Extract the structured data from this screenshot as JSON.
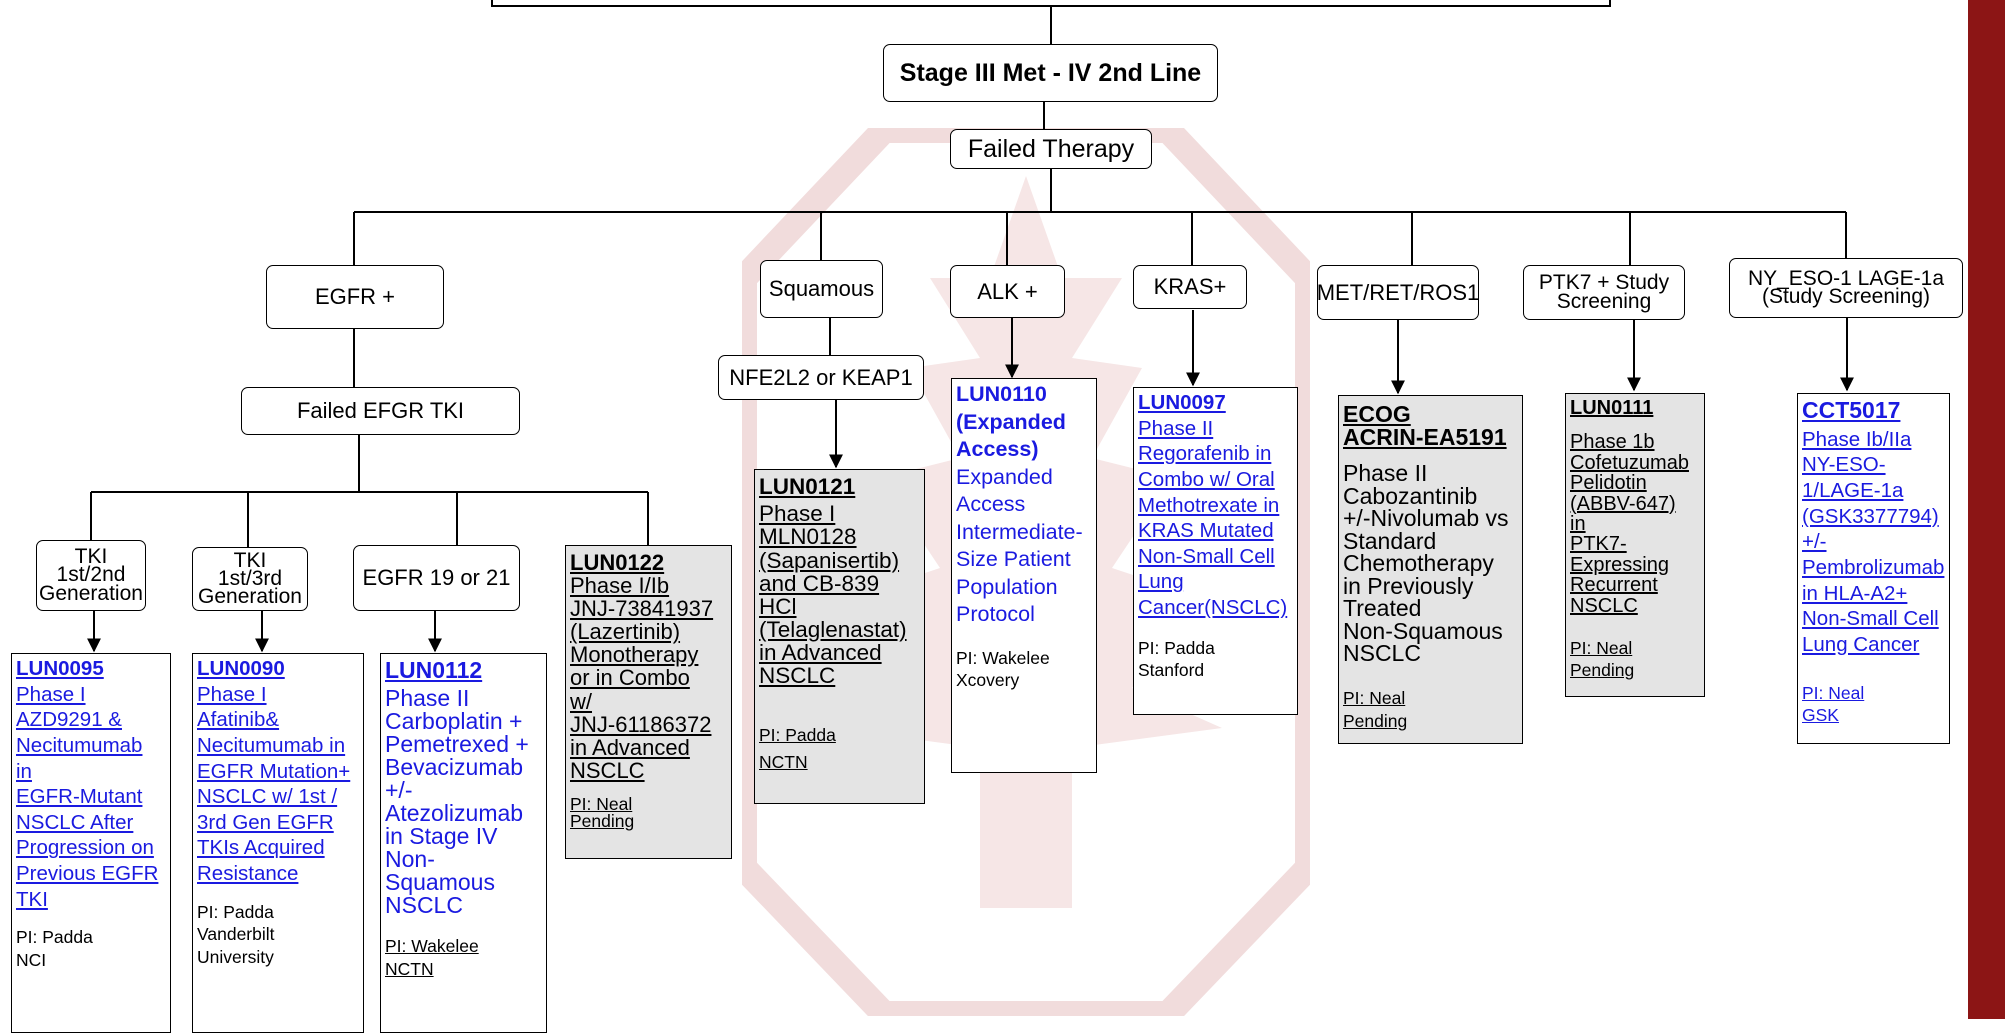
{
  "colors": {
    "accent_bar": "#8c1515",
    "watermark": "#f1dcdc",
    "link_blue": "#1a1ae0",
    "card_grey": "#e4e4e4"
  },
  "watermark": {
    "icon": "stanford-tree-logo-icon"
  },
  "root": {
    "label": "Stage III Met - IV 2nd Line"
  },
  "failed_therapy": {
    "label": "Failed Therapy"
  },
  "branches": {
    "egfr": "EGFR +",
    "squamous": "Squamous",
    "alk": "ALK +",
    "kras": "KRAS+",
    "met": "MET/RET/ROS1",
    "ptk7": "PTK7 + Study\nScreening",
    "nyeso": "NY_ESO-1 LAGE-1a\n(Study Screening)"
  },
  "sub": {
    "failed_egfr_tki": "Failed EFGR TKI",
    "nfe2l2": "NFE2L2 or KEAP1",
    "tki_12": "TKI\n1st/2nd\nGeneration",
    "tki_13": "TKI\n1st/3rd\nGeneration",
    "egfr_19_21": "EGFR 19 or 21"
  },
  "trials": {
    "lun0095": {
      "id": "LUN0095",
      "title": "Phase I\nAZD9291 &\nNecitumumab\nin\nEGFR-Mutant\nNSCLC After\nProgression on\nPrevious EGFR\nTKI",
      "pi": "PI: Padda\nNCI"
    },
    "lun0090": {
      "id": "LUN0090",
      "title": "Phase I\nAfatinib&\nNecitumumab in\nEGFR Mutation+\nNSCLC w/ 1st /\n3rd Gen EGFR\nTKIs Acquired\nResistance",
      "pi": "PI: Padda\nVanderbilt\nUniversity"
    },
    "lun0112": {
      "id": "LUN0112",
      "title": "Phase II\nCarboplatin +\nPemetrexed +\nBevacizumab\n+/-\nAtezolizumab\nin Stage IV\nNon-Squamous\nNSCLC",
      "pi": "PI: Wakelee\nNCTN"
    },
    "lun0122": {
      "id": "LUN0122",
      "title": "Phase I/Ib\nJNJ-73841937\n(Lazertinib)\nMonotherapy\nor in Combo\nw/\nJNJ-61186372\nin Advanced\nNSCLC",
      "pi": "PI: Neal\nPending"
    },
    "lun0121": {
      "id": "LUN0121",
      "title": "Phase I\nMLN0128\n(Sapanisertib)\nand CB-839\nHCl\n(Telaglenastat)\nin Advanced\nNSCLC",
      "pi": "PI: Padda\nNCTN"
    },
    "lun0110": {
      "id": "LUN0110\n(Expanded\nAccess)",
      "title": "Expanded\nAccess\nIntermediate-\nSize Patient\nPopulation\nProtocol",
      "pi": "PI: Wakelee\nXcovery"
    },
    "lun0097": {
      "id": "LUN0097",
      "title": "Phase II\nRegorafenib in\nCombo w/ Oral\nMethotrexate in\nKRAS Mutated\nNon-Small Cell\nLung\nCancer(NSCLC)",
      "pi": "PI: Padda\nStanford"
    },
    "ecog": {
      "id": "ECOG\nACRIN-EA5191",
      "title": "Phase II\nCabozantinib\n+/-Nivolumab vs\nStandard\nChemotherapy\nin Previously\nTreated\nNon-Squamous\nNSCLC",
      "pi": "PI: Neal\nPending"
    },
    "lun0111": {
      "id": "LUN0111",
      "title": "Phase 1b\nCofetuzumab\nPelidotin\n(ABBV-647)\nin\nPTK7-Expressing\nRecurrent\nNSCLC",
      "pi": "PI: Neal\nPending"
    },
    "cct5017": {
      "id": "CCT5017",
      "title": "Phase Ib/IIa\nNY-ESO-1/LAGE-1a\n(GSK3377794)\n+/-\nPembrolizumab\nin HLA-A2+\nNon-Small Cell\nLung Cancer",
      "pi": "PI: Neal\nGSK"
    }
  }
}
